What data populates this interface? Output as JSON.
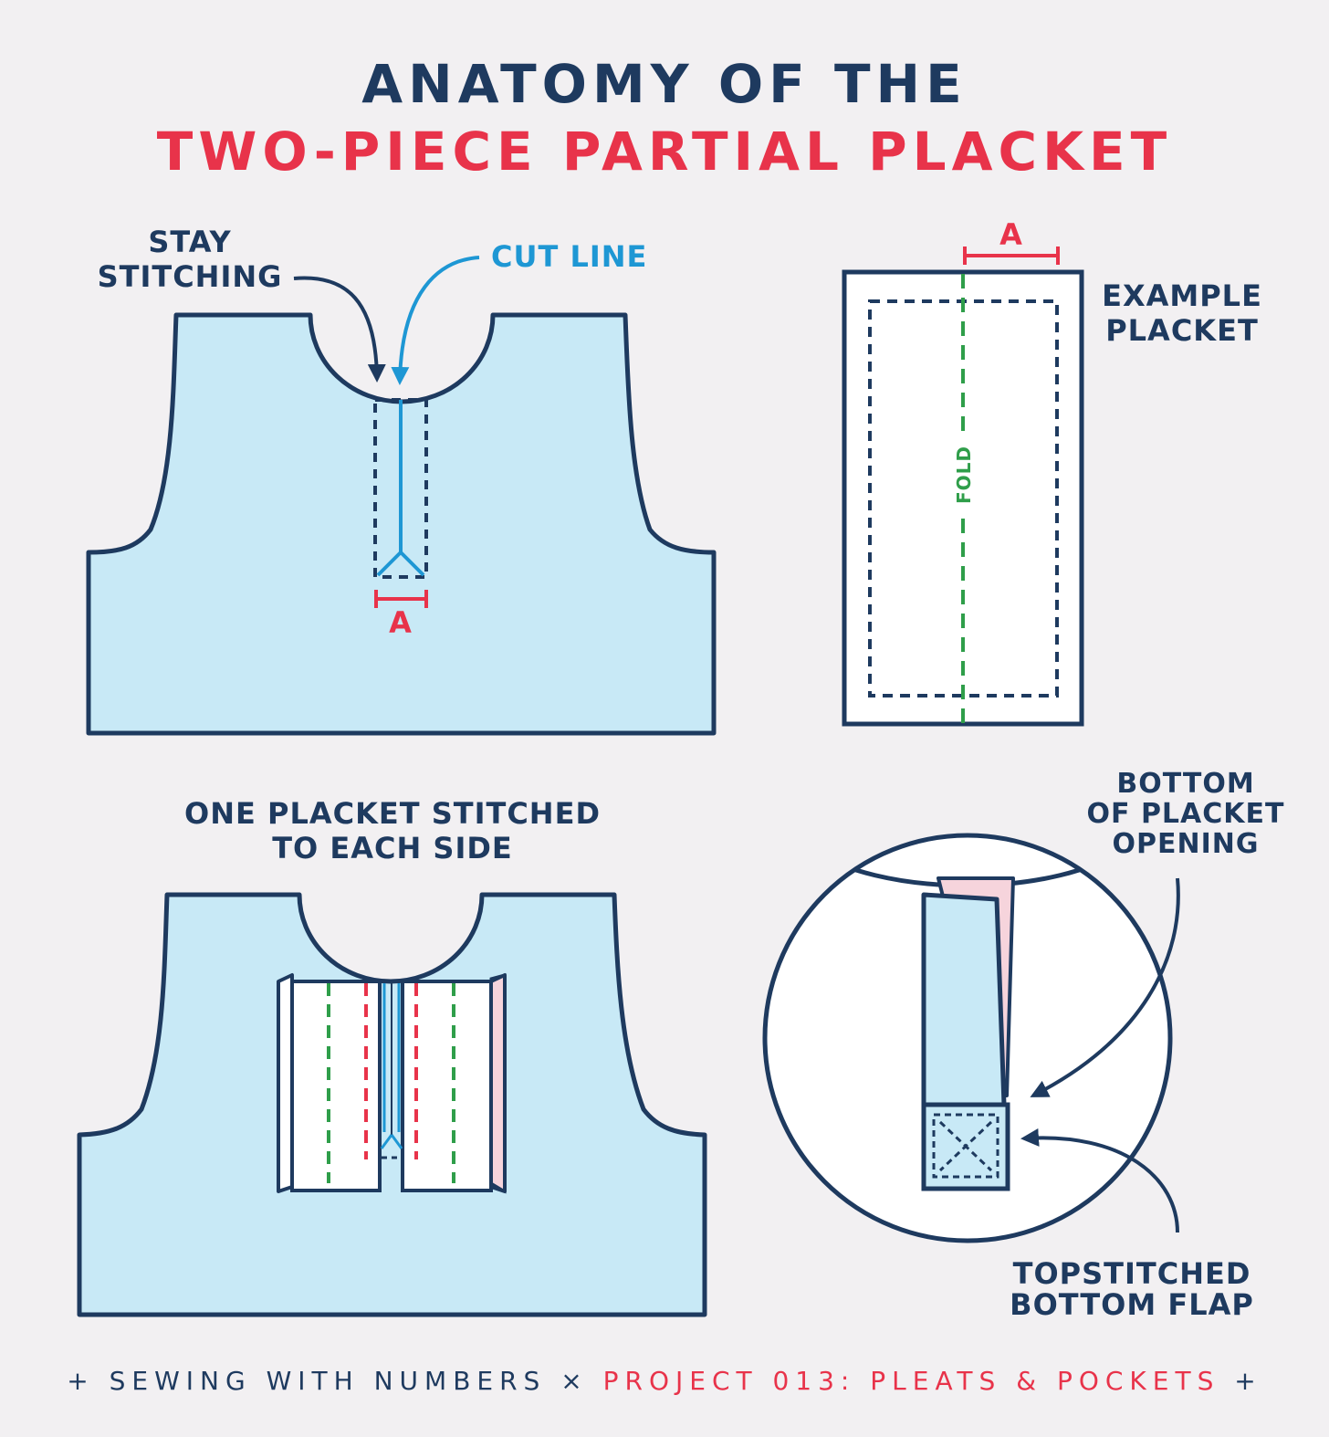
{
  "title": {
    "line1": "ANATOMY OF THE",
    "line2": "TWO-PIECE PARTIAL PLACKET"
  },
  "labels": {
    "stay_stitching": "STAY\nSTITCHING",
    "cut_line": "CUT LINE",
    "dim_a_bodice": "A",
    "dim_a_placket": "A",
    "example_placket": "EXAMPLE\nPLACKET",
    "fold": "FOLD",
    "one_placket": "ONE PLACKET STITCHED\nTO EACH SIDE",
    "bottom_opening": "BOTTOM\nOF PLACKET\nOPENING",
    "topstitched": "TOPSTITCHED\nBOTTOM FLAP"
  },
  "footer": {
    "plus_left": "+",
    "brand": "SEWING WITH NUMBERS",
    "times": "×",
    "project": "PROJECT 013: PLEATS & POCKETS",
    "plus_right": "+"
  },
  "colors": {
    "background": "#f2f0f2",
    "navy": "#1e3a5f",
    "red": "#e8334a",
    "blue": "#1e97d4",
    "green": "#2f9e4a",
    "fabric": "#c8e9f6",
    "pink": "#f6d4dc",
    "white": "#ffffff"
  }
}
